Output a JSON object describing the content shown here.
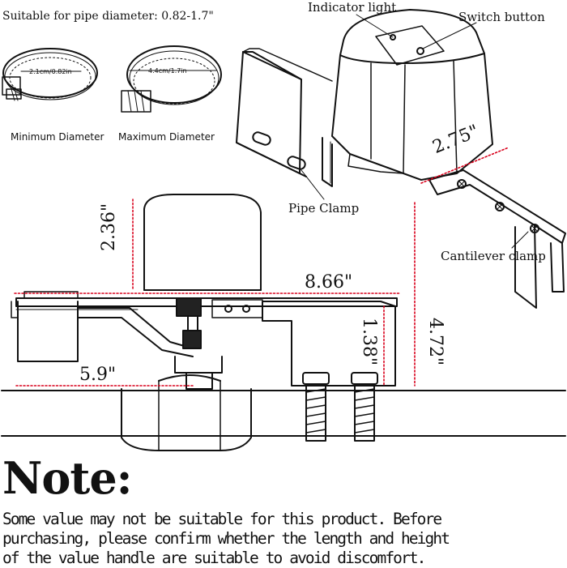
{
  "header": {
    "pipe_range": "Suitable for pipe diameter: 0.82-1.7\""
  },
  "callouts": {
    "indicator_light": "Indicator light",
    "switch_button": "Switch button",
    "pipe_clamp": "Pipe Clamp",
    "cantilever_clamp": "Cantilever clamp"
  },
  "hose_clamps": {
    "minimum": {
      "label": "Minimum Diameter",
      "size": "2.1cm/0.82in"
    },
    "maximum": {
      "label": "Maximum Diameter",
      "size": "4.4cm/1.7in"
    }
  },
  "dimensions": {
    "top_width": "2.75\"",
    "body_height": "2.36\"",
    "total_length": "8.66\"",
    "clamp_height": "1.38\"",
    "total_height": "4.72\"",
    "handle_length": "5.9\""
  },
  "note": {
    "title": "Note:",
    "lines": [
      "Some value may not be suitable for this product.  Before",
      "purchasing, please confirm whether the length and height",
      "of the value handle are suitable to avoid discomfort."
    ]
  },
  "colors": {
    "dimension_line": "#d9001b",
    "line_art": "#111111"
  }
}
